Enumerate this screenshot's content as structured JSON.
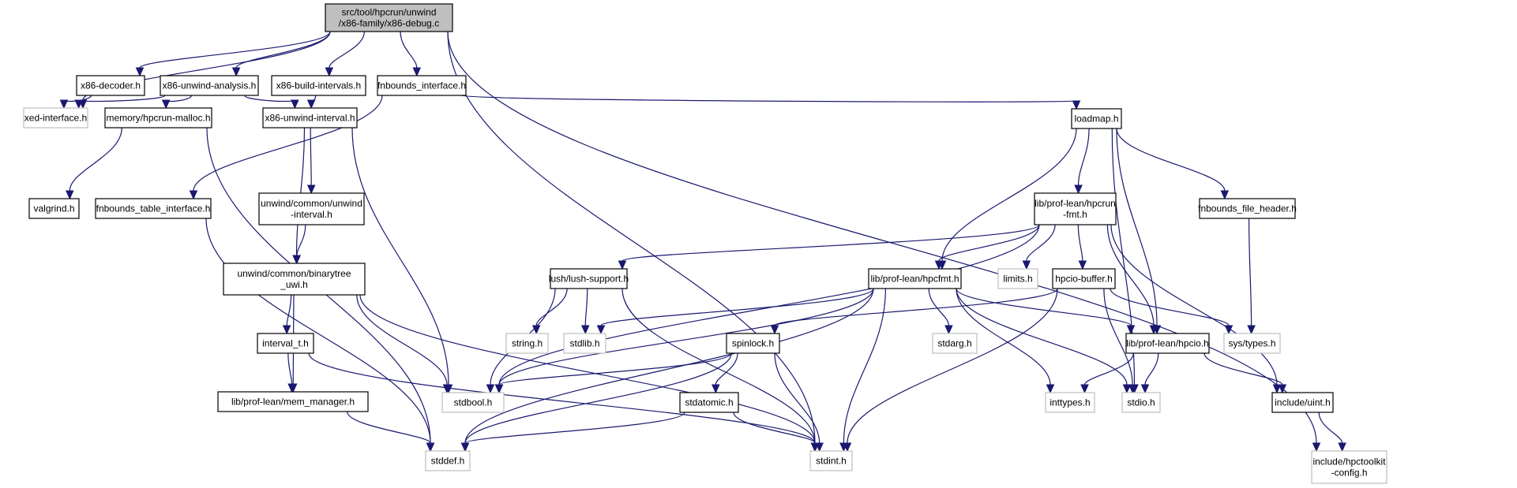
{
  "graph_title": "Include dependency graph for x86-debug.c",
  "colors": {
    "edge": "#191970",
    "root_fill": "#bfbfbf",
    "local_border": "#000000",
    "system_border": "#bfbfbf"
  },
  "nodes": [
    {
      "id": "root",
      "kind": "root",
      "lines": [
        "src/tool/hpcrun/unwind",
        "/x86-family/x86-debug.c"
      ]
    },
    {
      "id": "x86_decoder",
      "kind": "local",
      "lines": [
        "x86-decoder.h"
      ]
    },
    {
      "id": "x86_unwind_analysis",
      "kind": "local",
      "lines": [
        "x86-unwind-analysis.h"
      ]
    },
    {
      "id": "x86_build_intervals",
      "kind": "local",
      "lines": [
        "x86-build-intervals.h"
      ]
    },
    {
      "id": "fnbounds_interface",
      "kind": "local",
      "lines": [
        "fnbounds_interface.h"
      ]
    },
    {
      "id": "xed_interface",
      "kind": "system",
      "lines": [
        "xed-interface.h"
      ]
    },
    {
      "id": "hpcrun_malloc",
      "kind": "local",
      "lines": [
        "memory/hpcrun-malloc.h"
      ]
    },
    {
      "id": "x86_unwind_interval",
      "kind": "local",
      "lines": [
        "x86-unwind-interval.h"
      ]
    },
    {
      "id": "loadmap",
      "kind": "local",
      "lines": [
        "loadmap.h"
      ]
    },
    {
      "id": "valgrind",
      "kind": "local",
      "lines": [
        "valgrind.h"
      ]
    },
    {
      "id": "fnbounds_table_interface",
      "kind": "local",
      "lines": [
        "fnbounds_table_interface.h"
      ]
    },
    {
      "id": "unwind_interval",
      "kind": "local",
      "lines": [
        "unwind/common/unwind",
        "-interval.h"
      ]
    },
    {
      "id": "hpcrun_fmt",
      "kind": "local",
      "lines": [
        "lib/prof-lean/hpcrun",
        "-fmt.h"
      ]
    },
    {
      "id": "fnbounds_file_header",
      "kind": "local",
      "lines": [
        "fnbounds_file_header.h"
      ]
    },
    {
      "id": "binarytree_uwi",
      "kind": "local",
      "lines": [
        "unwind/common/binarytree",
        "_uwi.h"
      ]
    },
    {
      "id": "lush_support",
      "kind": "local",
      "lines": [
        "lush/lush-support.h"
      ]
    },
    {
      "id": "hpcfmt",
      "kind": "local",
      "lines": [
        "lib/prof-lean/hpcfmt.h"
      ]
    },
    {
      "id": "limits",
      "kind": "system",
      "lines": [
        "limits.h"
      ]
    },
    {
      "id": "hpcio_buffer",
      "kind": "local",
      "lines": [
        "hpcio-buffer.h"
      ]
    },
    {
      "id": "interval_t",
      "kind": "local",
      "lines": [
        "interval_t.h"
      ]
    },
    {
      "id": "string",
      "kind": "system",
      "lines": [
        "string.h"
      ]
    },
    {
      "id": "stdlib",
      "kind": "system",
      "lines": [
        "stdlib.h"
      ]
    },
    {
      "id": "spinlock",
      "kind": "local",
      "lines": [
        "spinlock.h"
      ]
    },
    {
      "id": "stdarg",
      "kind": "system",
      "lines": [
        "stdarg.h"
      ]
    },
    {
      "id": "hpcio",
      "kind": "local",
      "lines": [
        "lib/prof-lean/hpcio.h"
      ]
    },
    {
      "id": "sys_types",
      "kind": "system",
      "lines": [
        "sys/types.h"
      ]
    },
    {
      "id": "mem_manager",
      "kind": "local",
      "lines": [
        "lib/prof-lean/mem_manager.h"
      ]
    },
    {
      "id": "stdbool",
      "kind": "system",
      "lines": [
        "stdbool.h"
      ]
    },
    {
      "id": "stdatomic",
      "kind": "local",
      "lines": [
        "stdatomic.h"
      ]
    },
    {
      "id": "inttypes",
      "kind": "system",
      "lines": [
        "inttypes.h"
      ]
    },
    {
      "id": "stdio",
      "kind": "system",
      "lines": [
        "stdio.h"
      ]
    },
    {
      "id": "uint",
      "kind": "local",
      "lines": [
        "include/uint.h"
      ]
    },
    {
      "id": "stddef",
      "kind": "system",
      "lines": [
        "stddef.h"
      ]
    },
    {
      "id": "stdint",
      "kind": "system",
      "lines": [
        "stdint.h"
      ]
    },
    {
      "id": "hpctoolkit_config",
      "kind": "system",
      "lines": [
        "include/hpctoolkit",
        "-config.h"
      ]
    }
  ],
  "edges": [
    [
      "root",
      "xed_interface"
    ],
    [
      "root",
      "x86_decoder"
    ],
    [
      "root",
      "x86_unwind_analysis"
    ],
    [
      "root",
      "x86_build_intervals"
    ],
    [
      "root",
      "fnbounds_interface"
    ],
    [
      "root",
      "stdint"
    ],
    [
      "root",
      "hpctoolkit_config"
    ],
    [
      "x86_decoder",
      "xed_interface"
    ],
    [
      "x86_unwind_analysis",
      "xed_interface"
    ],
    [
      "x86_unwind_analysis",
      "hpcrun_malloc"
    ],
    [
      "x86_unwind_analysis",
      "x86_unwind_interval"
    ],
    [
      "x86_build_intervals",
      "x86_unwind_interval"
    ],
    [
      "fnbounds_interface",
      "fnbounds_table_interface"
    ],
    [
      "fnbounds_interface",
      "loadmap"
    ],
    [
      "hpcrun_malloc",
      "valgrind"
    ],
    [
      "hpcrun_malloc",
      "stddef"
    ],
    [
      "x86_unwind_interval",
      "unwind_interval"
    ],
    [
      "x86_unwind_interval",
      "binarytree_uwi"
    ],
    [
      "x86_unwind_interval",
      "stdbool"
    ],
    [
      "fnbounds_table_interface",
      "stddef"
    ],
    [
      "unwind_interval",
      "binarytree_uwi"
    ],
    [
      "binarytree_uwi",
      "interval_t"
    ],
    [
      "binarytree_uwi",
      "mem_manager"
    ],
    [
      "binarytree_uwi",
      "stdbool"
    ],
    [
      "binarytree_uwi",
      "stdint"
    ],
    [
      "interval_t",
      "mem_manager"
    ],
    [
      "interval_t",
      "stdint"
    ],
    [
      "mem_manager",
      "stddef"
    ],
    [
      "loadmap",
      "hpcrun_fmt"
    ],
    [
      "loadmap",
      "hpcfmt"
    ],
    [
      "loadmap",
      "fnbounds_file_header"
    ],
    [
      "loadmap",
      "hpcio"
    ],
    [
      "loadmap",
      "stdio"
    ],
    [
      "hpcrun_fmt",
      "stdbool"
    ],
    [
      "hpcrun_fmt",
      "lush_support"
    ],
    [
      "hpcrun_fmt",
      "hpcfmt"
    ],
    [
      "hpcrun_fmt",
      "limits"
    ],
    [
      "hpcrun_fmt",
      "hpcio_buffer"
    ],
    [
      "hpcrun_fmt",
      "hpcio"
    ],
    [
      "hpcrun_fmt",
      "uint"
    ],
    [
      "fnbounds_file_header",
      "sys_types"
    ],
    [
      "lush_support",
      "string"
    ],
    [
      "lush_support",
      "stdlib"
    ],
    [
      "lush_support",
      "stdbool"
    ],
    [
      "lush_support",
      "stdint"
    ],
    [
      "hpcfmt",
      "stdlib"
    ],
    [
      "hpcfmt",
      "stdbool"
    ],
    [
      "hpcfmt",
      "stddef"
    ],
    [
      "hpcfmt",
      "stdarg"
    ],
    [
      "hpcfmt",
      "inttypes"
    ],
    [
      "hpcfmt",
      "stdio"
    ],
    [
      "hpcfmt",
      "hpcio"
    ],
    [
      "hpcfmt",
      "stdint"
    ],
    [
      "hpcio_buffer",
      "spinlock"
    ],
    [
      "hpcio_buffer",
      "sys_types"
    ],
    [
      "hpcio_buffer",
      "stdio"
    ],
    [
      "hpcio_buffer",
      "stdint"
    ],
    [
      "spinlock",
      "stdbool"
    ],
    [
      "spinlock",
      "stdatomic"
    ],
    [
      "spinlock",
      "stddef"
    ],
    [
      "spinlock",
      "stdint"
    ],
    [
      "stdatomic",
      "stddef"
    ],
    [
      "stdatomic",
      "stdint"
    ],
    [
      "hpcio",
      "inttypes"
    ],
    [
      "hpcio",
      "stdio"
    ],
    [
      "hpcio",
      "uint"
    ],
    [
      "uint",
      "hpctoolkit_config"
    ]
  ]
}
